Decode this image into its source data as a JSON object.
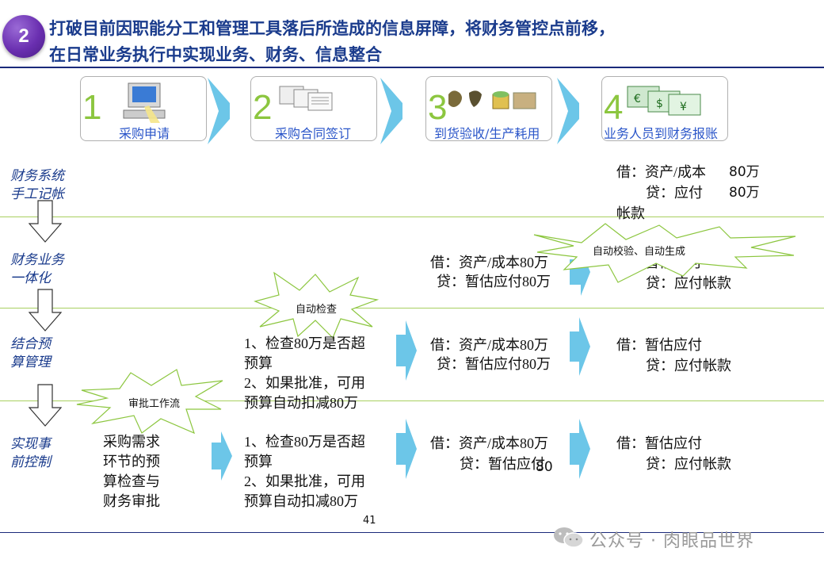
{
  "badge": "2",
  "title": {
    "line1": "打破目前因职能分工和管理工具落后所造成的信息屏障，将财务管控点前移，",
    "line2": "在日常业务执行中实现业务、财务、信息整合"
  },
  "steps": [
    {
      "num": "1",
      "label": "采购申请",
      "icon": "computer-icon"
    },
    {
      "num": "2",
      "label": "采购合同签订",
      "icon": "documents-icon"
    },
    {
      "num": "3",
      "label": "到货验收/生产耗用",
      "icon": "goods-icon"
    },
    {
      "num": "4",
      "label": "业务人员到财务报账",
      "icon": "money-icon"
    }
  ],
  "rows": {
    "r1": {
      "label": "财务系统手工记帐"
    },
    "r2": {
      "label": "财务业务一体化"
    },
    "r3": {
      "label": "结合预算管理"
    },
    "r4": {
      "label": "实现事前控制"
    }
  },
  "cells": {
    "r1_step4_l1a": "借：资产/成本",
    "r1_step4_l1b": "80万",
    "r1_step4_l2a": "贷：应付",
    "r1_step4_l2b": "80万",
    "r1_step4_l3": "帐款",
    "r2_step3_l1": "借：资产/成本80万",
    "r2_step3_l2": "贷：暂估应付80万",
    "r2_step4_l1": "借：暂估应付",
    "r2_step4_l2": "贷：应付帐款",
    "r3_step2": [
      "1、检查80万是否超",
      "预算",
      "2、如果批准，可用",
      "预算自动扣减80万"
    ],
    "r3_step3_l1": "借：资产/成本80万",
    "r3_step3_l2": "贷：暂估应付80万",
    "r3_step4_l1": "借：暂估应付",
    "r3_step4_l2": "贷：应付帐款",
    "r4_step1": [
      "采购需求",
      "环节的预",
      "算检查与",
      "财务审批"
    ],
    "r4_step2": [
      "1、检查80万是否超",
      "预算",
      "2、如果批准，可用",
      "预算自动扣减80万"
    ],
    "r4_step3_l1": "借：资产/成本80万",
    "r4_step3_l2": "贷：暂估应付",
    "r4_step3_l2b": "80",
    "r4_step4_l1": "借：暂估应付",
    "r4_step4_l2": "贷：应付帐款"
  },
  "stamps": {
    "auto_check": "自动检查",
    "auto_verify": "自动校验、自动生成",
    "approval_flow": "审批工作流"
  },
  "page_number": "41",
  "watermark": "公众号 · 肉眼品世界",
  "colors": {
    "title": "#1a3b8c",
    "accent_green": "#8cc63f",
    "arrow_blue": "#6cc6e8",
    "step_label": "#2b56c9",
    "badge": "#6a2fb0"
  }
}
